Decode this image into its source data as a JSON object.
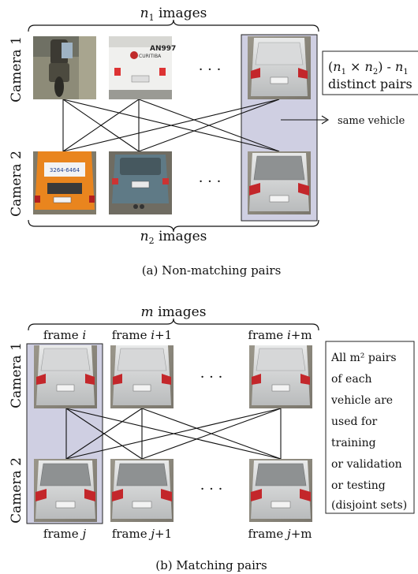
{
  "panel_a": {
    "top_brace_label_var": "n",
    "top_brace_label_sub": "1",
    "top_brace_label_text": " images",
    "bottom_brace_label_var": "n",
    "bottom_brace_label_sub": "2",
    "bottom_brace_label_text": " images",
    "camera1_label": "Camera 1",
    "camera2_label": "Camera 2",
    "ellipsis": "· · ·",
    "pairs_box_line1_parts": [
      "(",
      "n",
      "1",
      " × ",
      "n",
      "2",
      ") - ",
      "n",
      "1"
    ],
    "pairs_box_line2": "distinct pairs",
    "same_vehicle_label": "same vehicle",
    "caption": "(a)  Non-matching pairs"
  },
  "panel_b": {
    "top_brace_label_var": "m",
    "top_brace_label_text": " images",
    "frames_top": [
      {
        "prefix": "frame ",
        "var": "i",
        "suffix": ""
      },
      {
        "prefix": "frame ",
        "var": "i",
        "suffix": "+1"
      },
      {
        "prefix": "frame ",
        "var": "i",
        "suffix": "+m"
      }
    ],
    "frames_bottom": [
      {
        "prefix": "frame ",
        "var": "j",
        "suffix": ""
      },
      {
        "prefix": "frame ",
        "var": "j",
        "suffix": "+1"
      },
      {
        "prefix": "frame ",
        "var": "j",
        "suffix": "+m"
      }
    ],
    "camera1_label": "Camera 1",
    "camera2_label": "Camera 2",
    "ellipsis": "· · ·",
    "info_lines": [
      "All m² pairs",
      "of each",
      "vehicle are",
      "used for",
      "training",
      "or validation",
      "or testing",
      "(disjoint sets)"
    ],
    "caption": "(b)  Matching pairs"
  },
  "colors": {
    "highlight": "#cfcfe2",
    "line": "#111111",
    "taxi_orange": "#e9851e",
    "mini_blue": "#5f7a86",
    "silver": "#c9cacb",
    "asphalt": "#8a8577"
  }
}
